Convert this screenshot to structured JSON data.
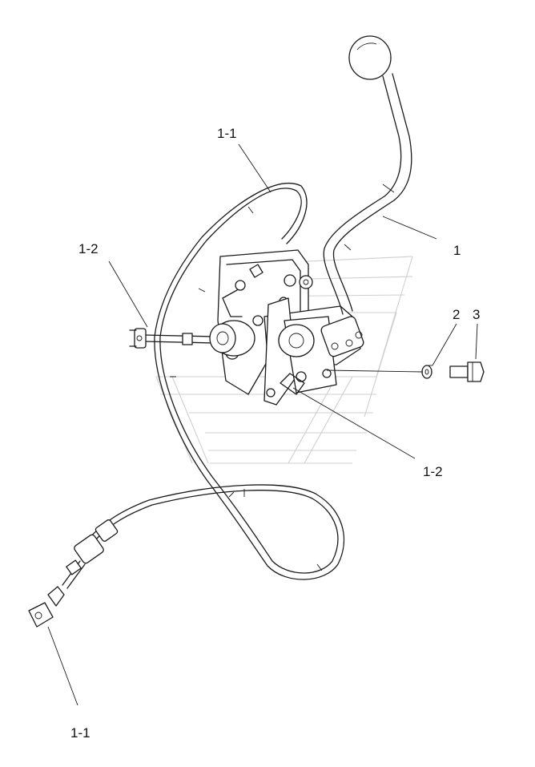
{
  "callouts": {
    "lever": "1",
    "washer": "2",
    "bolt": "3",
    "cable_top": "1-1",
    "cable_bottom": "1-1",
    "clevis_left": "1-2",
    "clevis_right": "1-2"
  },
  "icons": {
    "watermark": "watermark-logo"
  }
}
